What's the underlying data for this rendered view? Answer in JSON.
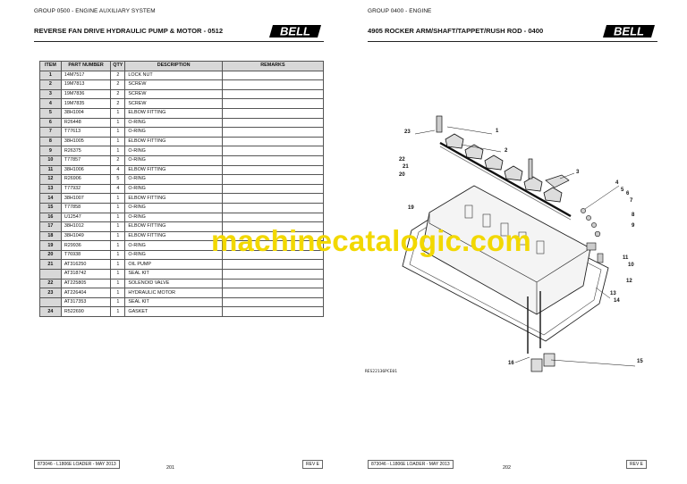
{
  "left_page": {
    "group": "GROUP 0500 - ENGINE AUXILIARY SYSTEM",
    "title": "REVERSE FAN DRIVE HYDRAULIC PUMP & MOTOR - 0512",
    "logo": "BELL",
    "table": {
      "headers": [
        "ITEM",
        "PART NUMBER",
        "QTY",
        "DESCRIPTION",
        "REMARKS"
      ],
      "rows": [
        {
          "item": "1",
          "part": "14M7517",
          "qty": "2",
          "desc": "LOCK NUT",
          "rem": ""
        },
        {
          "item": "2",
          "part": "19M7813",
          "qty": "2",
          "desc": "SCREW",
          "rem": ""
        },
        {
          "item": "3",
          "part": "19M7836",
          "qty": "2",
          "desc": "SCREW",
          "rem": ""
        },
        {
          "item": "4",
          "part": "19M7835",
          "qty": "2",
          "desc": "SCREW",
          "rem": ""
        },
        {
          "item": "5",
          "part": "38H1004",
          "qty": "1",
          "desc": "ELBOW FITTING",
          "rem": ""
        },
        {
          "item": "6",
          "part": "R26448",
          "qty": "1",
          "desc": "O-RING",
          "rem": ""
        },
        {
          "item": "7",
          "part": "T77613",
          "qty": "1",
          "desc": "O-RING",
          "rem": ""
        },
        {
          "item": "8",
          "part": "38H1005",
          "qty": "1",
          "desc": "ELBOW FITTING",
          "rem": ""
        },
        {
          "item": "9",
          "part": "R26375",
          "qty": "1",
          "desc": "O-RING",
          "rem": ""
        },
        {
          "item": "10",
          "part": "T77857",
          "qty": "2",
          "desc": "O-RING",
          "rem": ""
        },
        {
          "item": "11",
          "part": "38H1006",
          "qty": "4",
          "desc": "ELBOW FITTING",
          "rem": ""
        },
        {
          "item": "12",
          "part": "R26906",
          "qty": "5",
          "desc": "O-RING",
          "rem": ""
        },
        {
          "item": "13",
          "part": "T77932",
          "qty": "4",
          "desc": "O-RING",
          "rem": ""
        },
        {
          "item": "14",
          "part": "38H1007",
          "qty": "1",
          "desc": "ELBOW FITTING",
          "rem": ""
        },
        {
          "item": "15",
          "part": "T77858",
          "qty": "1",
          "desc": "O-RING",
          "rem": ""
        },
        {
          "item": "16",
          "part": "U12547",
          "qty": "1",
          "desc": "O-RING",
          "rem": ""
        },
        {
          "item": "17",
          "part": "38H1012",
          "qty": "1",
          "desc": "ELBOW FITTING",
          "rem": ""
        },
        {
          "item": "18",
          "part": "38H1049",
          "qty": "1",
          "desc": "ELBOW FITTING",
          "rem": ""
        },
        {
          "item": "19",
          "part": "R29936",
          "qty": "1",
          "desc": "O-RING",
          "rem": ""
        },
        {
          "item": "20",
          "part": "T76938",
          "qty": "1",
          "desc": "O-RING",
          "rem": ""
        },
        {
          "item": "21",
          "part": "AT316250",
          "qty": "1",
          "desc": "OIL PUMP",
          "rem": ""
        },
        {
          "item": "",
          "part": "AT318742",
          "qty": "1",
          "desc": "SEAL KIT",
          "rem": ""
        },
        {
          "item": "22",
          "part": "AT225805",
          "qty": "1",
          "desc": "SOLENOID VALVE",
          "rem": ""
        },
        {
          "item": "23",
          "part": "AT226404",
          "qty": "1",
          "desc": "HYDRAULIC MOTOR",
          "rem": ""
        },
        {
          "item": "",
          "part": "AT317353",
          "qty": "1",
          "desc": "SEAL KIT",
          "rem": ""
        },
        {
          "item": "24",
          "part": "R522690",
          "qty": "1",
          "desc": "GASKET",
          "rem": ""
        }
      ]
    },
    "footer": {
      "doc": "873046 - L1806E LOADER - MAY 2013",
      "page": "201",
      "rev": "REV E"
    }
  },
  "right_page": {
    "group": "GROUP 0400 - ENGINE",
    "title": "4905 ROCKER ARM/SHAFT/TAPPET/RUSH ROD - 0400",
    "logo": "BELL",
    "diagram": {
      "callouts": [
        "23",
        "1",
        "2",
        "22",
        "21",
        "20",
        "3",
        "19",
        "4",
        "5",
        "6",
        "7",
        "8",
        "9",
        "10",
        "11",
        "12",
        "13",
        "14",
        "15",
        "16"
      ],
      "code": "RES22136PCE01"
    },
    "footer": {
      "doc": "873046 - L1806E LOADER - MAY 2013",
      "page": "202",
      "rev": "REV E"
    }
  },
  "watermark": "machinecatalogic.com"
}
